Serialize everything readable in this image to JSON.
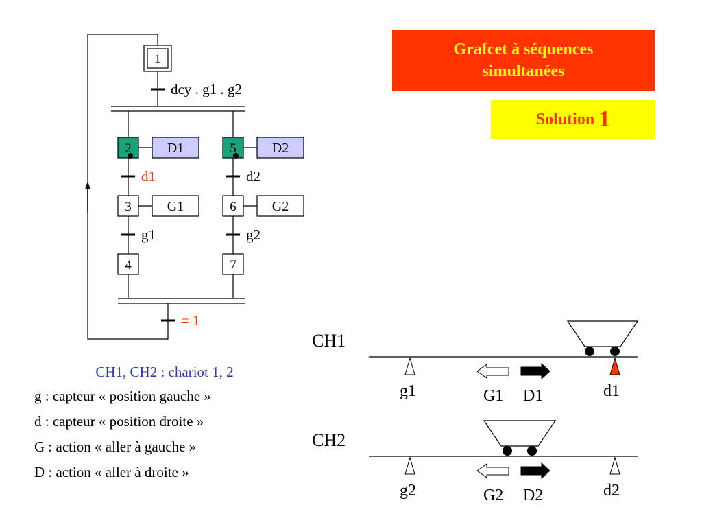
{
  "title": {
    "line1": "Grafcet à séquences",
    "line2": "simultanées"
  },
  "solution": {
    "label": "Solution",
    "number": "1"
  },
  "grafcet": {
    "initial_step": "1",
    "transition_start": "dcy . g1 . g2",
    "steps": [
      {
        "num": "2",
        "action": "D1",
        "active": true
      },
      {
        "num": "3",
        "action": "G1",
        "active": false
      },
      {
        "num": "4",
        "action": "",
        "active": false
      },
      {
        "num": "5",
        "action": "D2",
        "active": true
      },
      {
        "num": "6",
        "action": "G2",
        "active": false
      },
      {
        "num": "7",
        "action": "",
        "active": false
      }
    ],
    "transitions_left": [
      "d1",
      "g1"
    ],
    "transitions_right": [
      "d2",
      "g2"
    ],
    "transition_end": "= 1"
  },
  "legend": {
    "heading": "CH1, CH2 : chariot 1, 2",
    "lines": [
      "g : capteur « position gauche »",
      "d : capteur « position droite »",
      "G : action « aller à gauche »",
      "D : action « aller à droite »"
    ]
  },
  "carts": {
    "ch1": {
      "label": "CH1",
      "left_sensor": "g1",
      "right_sensor": "d1",
      "arrow_left": "G1",
      "arrow_right": "D1"
    },
    "ch2": {
      "label": "CH2",
      "left_sensor": "g2",
      "right_sensor": "d2",
      "arrow_left": "G2",
      "arrow_right": "D2"
    }
  },
  "colors": {
    "active_step": "#1aa37a",
    "action_fill": "#ccccff",
    "active_sensor": "#ff3300",
    "highlight": "#ff3300"
  }
}
